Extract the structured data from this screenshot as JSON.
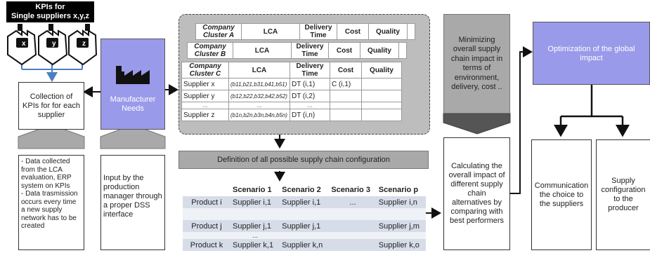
{
  "kpi_header": {
    "line1": "KPIs for",
    "line2": "Single suppliers x,y,z"
  },
  "suppliers_icons": [
    "x",
    "y",
    "z"
  ],
  "collection_box": "Collection of KPIs  for for each supplier",
  "manufacturer_box": "Manufacturer Needs",
  "note_left": "- Data collected from the LCA evaluation, ERP system on KPIs\n- Data trasmission occurs every time a new supply network has to be created",
  "note_mid": "Input by the production manager through a proper DSS interface",
  "clusters": {
    "a": {
      "label": "Company Cluster A",
      "cols": [
        "LCA",
        "Delivery Time",
        "Cost",
        "Quality"
      ]
    },
    "b": {
      "label": "Company Cluster B",
      "cols": [
        "LCA",
        "Delivery Time",
        "Cost",
        "Quality"
      ]
    },
    "c": {
      "label": "Company Cluster C",
      "cols": [
        "LCA",
        "Delivery Time",
        "Cost",
        "Quality"
      ]
    }
  },
  "kpi_rows": [
    {
      "supplier": "Supplier x",
      "lca": "(b11,b21,b31,b41,b51)",
      "dt": "DT (i,1)",
      "cost": "C (i,1)",
      "quality": ""
    },
    {
      "supplier": "Supplier y",
      "lca": "(b12,b22,b32,b42,b52)",
      "dt": "DT (i,2)",
      "cost": "",
      "quality": ""
    },
    {
      "supplier": "...",
      "lca": "...",
      "dt": "...",
      "cost": "",
      "quality": ""
    },
    {
      "supplier": "Supplier z",
      "lca": "(b1n,b2n,b3n,b4n,b5n)",
      "dt": "DT (i,n)",
      "cost": "",
      "quality": ""
    }
  ],
  "definition_box": "Definition of all possible supply chain configuration",
  "scenario_headers": [
    "Scenario 1",
    "Scenario 2",
    "Scenario 3",
    "Scenario p"
  ],
  "scenario_rows": [
    {
      "product": "Product i",
      "s1": "Supplier i,1",
      "s2": "Supplier i,1",
      "s3": "...",
      "sp": "Supplier i,n"
    },
    {
      "product": "",
      "s1": "",
      "s2": "",
      "s3": "",
      "sp": ""
    },
    {
      "product": "Product j",
      "s1": "Supplier j,1",
      "s2": "Supplier j,1",
      "s3": "",
      "sp": "Supplier j,m"
    },
    {
      "product": "",
      "s1": "...",
      "s2": "",
      "s3": "",
      "sp": ""
    },
    {
      "product": "Product k",
      "s1": "Supplier k,1",
      "s2": "Supplier k,n",
      "s3": "",
      "sp": "Supplier k,o"
    }
  ],
  "minimizing_box": "Minimizing overall supply chain impact in terms of environment, delivery, cost ..",
  "calculating_box": "Calculating the overall impact of different supply chain alternatives by comparing with best performers",
  "optimization_box": "Optimization of the global impact",
  "communication_box": "Communication the choice to the suppliers",
  "supply_config_box": "Supply configuration to the producer",
  "colors": {
    "purple": "#9a9aea",
    "gray": "#a9a9a9"
  }
}
